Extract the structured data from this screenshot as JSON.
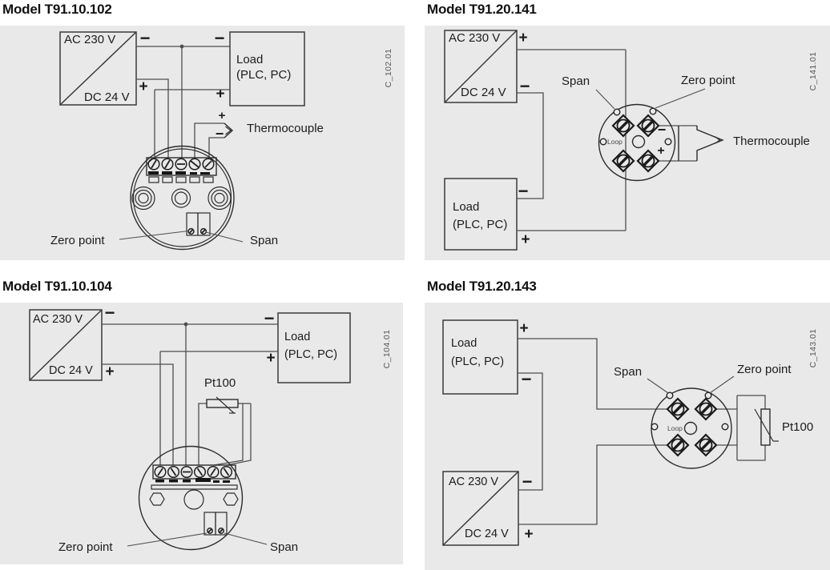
{
  "page": {
    "background": "#ffffff",
    "panel_background": "#e9e9e9",
    "wire_color": "#4f4f4f",
    "ink_color": "#1c1c1c",
    "code_color": "#55565a"
  },
  "signs": {
    "plus": "+",
    "minus": "−"
  },
  "panels": [
    {
      "title": "Model T91.10.102",
      "code": "C_102.01",
      "labels": {
        "ac": "AC 230 V",
        "dc": "DC 24 V",
        "load1": "Load",
        "load2": "(PLC, PC)",
        "sensor": "Thermocouple",
        "zero": "Zero point",
        "span": "Span"
      }
    },
    {
      "title": "Model T91.20.141",
      "code": "C_141.01",
      "labels": {
        "ac": "AC 230 V",
        "dc": "DC 24 V",
        "load1": "Load",
        "load2": "(PLC, PC)",
        "sensor": "Thermocouple",
        "zero": "Zero point",
        "span": "Span",
        "loop": "Loop"
      }
    },
    {
      "title": "Model T91.10.104",
      "code": "C_104.01",
      "labels": {
        "ac": "AC 230 V",
        "dc": "DC 24 V",
        "load1": "Load",
        "load2": "(PLC, PC)",
        "sensor": "Pt100",
        "zero": "Zero point",
        "span": "Span"
      }
    },
    {
      "title": "Model T91.20.143",
      "code": "C_143.01",
      "labels": {
        "ac": "AC 230 V",
        "dc": "DC 24 V",
        "load1": "Load",
        "load2": "(PLC, PC)",
        "sensor": "Pt100",
        "zero": "Zero point",
        "span": "Span",
        "loop": "Loop"
      }
    }
  ]
}
